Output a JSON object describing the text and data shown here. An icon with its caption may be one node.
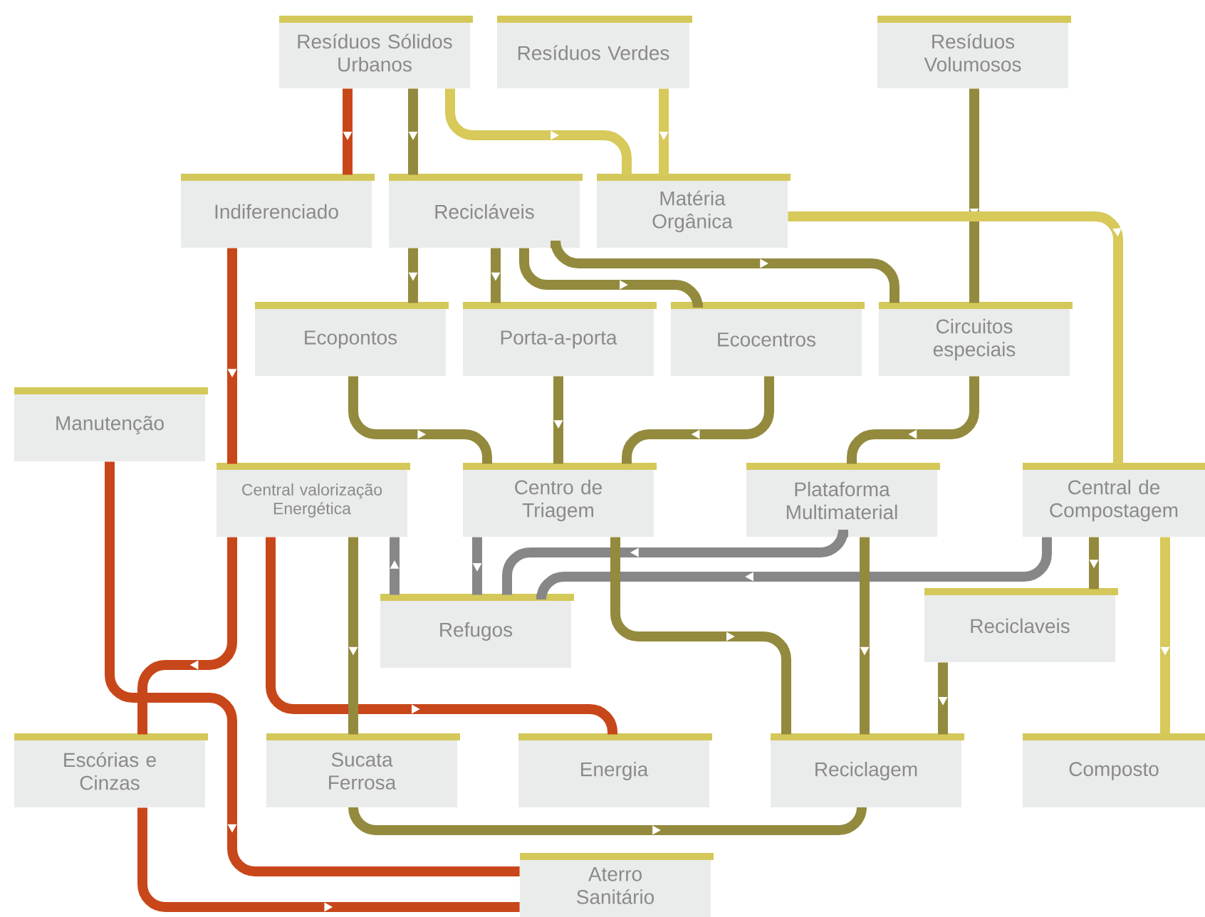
{
  "diagram": {
    "nodes": [
      {
        "text": [
          "Resíduos Sólidos Urbanos"
        ]
      },
      {
        "text": [
          "Resíduos Verdes"
        ]
      },
      {
        "text": [
          "Resíduos Volumosos"
        ]
      },
      {
        "text": [
          "Indiferenciado"
        ]
      },
      {
        "text": [
          "Recicláveis"
        ]
      },
      {
        "text": [
          "Matéria Orgânica"
        ]
      },
      {
        "text": [
          "Ecopontos"
        ]
      },
      {
        "text": [
          "Porta-a-porta"
        ]
      },
      {
        "text": [
          "Ecocentros"
        ]
      },
      {
        "text": [
          "Circuitos especiais"
        ]
      },
      {
        "text": [
          "Manutenção"
        ]
      },
      {
        "text": [
          "Central valorização Energética"
        ]
      },
      {
        "text": [
          "Centro de Triagem"
        ]
      },
      {
        "text": [
          "Plataforma Multimaterial"
        ]
      },
      {
        "text": [
          "Central de Compostagem"
        ]
      },
      {
        "text": [
          "Refugos"
        ]
      },
      {
        "text": [
          "Reciclaveis"
        ]
      },
      {
        "text": [
          "Escórias e Cinzas"
        ]
      },
      {
        "text": [
          "Sucata Ferrosa"
        ]
      },
      {
        "text": [
          "Energia"
        ]
      },
      {
        "text": [
          "Reciclagem"
        ]
      },
      {
        "text": [
          "Composto"
        ]
      },
      {
        "text": [
          "Aterro Sanitário"
        ]
      }
    ],
    "edges": [
      {
        "from": 0,
        "to": 3,
        "arrow": "to",
        "color": "#c8471a"
      },
      {
        "from": 0,
        "to": 4,
        "arrow": "to"
      },
      {
        "from": 0,
        "to": 5,
        "arrow": "to",
        "color": "#d7c95a"
      },
      {
        "from": 1,
        "to": 5,
        "arrow": "to",
        "color": "#d7c95a"
      },
      {
        "from": 2,
        "to": 9,
        "arrow": "to"
      },
      {
        "from": 4,
        "to": 6,
        "arrow": "to"
      },
      {
        "from": 4,
        "to": 7,
        "arrow": "to"
      },
      {
        "from": 4,
        "to": 8,
        "arrow": "to"
      },
      {
        "from": 4,
        "to": 9,
        "arrow": "to"
      },
      {
        "from": 5,
        "to": 14,
        "arrow": "to",
        "color": "#d7c95a"
      },
      {
        "from": 3,
        "to": 11,
        "arrow": "to",
        "color": "#c8471a"
      },
      {
        "from": 6,
        "to": 12,
        "arrow": "to"
      },
      {
        "from": 7,
        "to": 12,
        "arrow": "to"
      },
      {
        "from": 8,
        "to": 12,
        "arrow": "to"
      },
      {
        "from": 9,
        "to": 13,
        "arrow": "to"
      },
      {
        "from": 10,
        "to": 22,
        "arrow": "to",
        "color": "#c8471a"
      },
      {
        "from": 11,
        "to": 17,
        "arrow": "to",
        "color": "#c8471a"
      },
      {
        "from": 17,
        "to": 22,
        "arrow": "to",
        "color": "#c8471a"
      },
      {
        "from": 11,
        "to": 19,
        "arrow": "to",
        "color": "#c8471a"
      },
      {
        "from": 11,
        "to": 18,
        "arrow": "to"
      },
      {
        "from": 15,
        "to": 11,
        "arrow": "to",
        "color": "#878787"
      },
      {
        "from": 12,
        "to": 15,
        "arrow": "to",
        "color": "#878787"
      },
      {
        "from": 13,
        "to": 15,
        "arrow": "to",
        "color": "#878787"
      },
      {
        "from": 14,
        "to": 15,
        "arrow": "to",
        "color": "#878787"
      },
      {
        "from": 12,
        "to": 20,
        "arrow": "to"
      },
      {
        "from": 13,
        "to": 20,
        "arrow": "to"
      },
      {
        "from": 14,
        "to": 16,
        "arrow": "to"
      },
      {
        "from": 16,
        "to": 20,
        "arrow": "to"
      },
      {
        "from": 14,
        "to": 21,
        "arrow": "to",
        "color": "#d7c95a"
      },
      {
        "from": 18,
        "to": 20,
        "arrow": "to"
      }
    ]
  }
}
